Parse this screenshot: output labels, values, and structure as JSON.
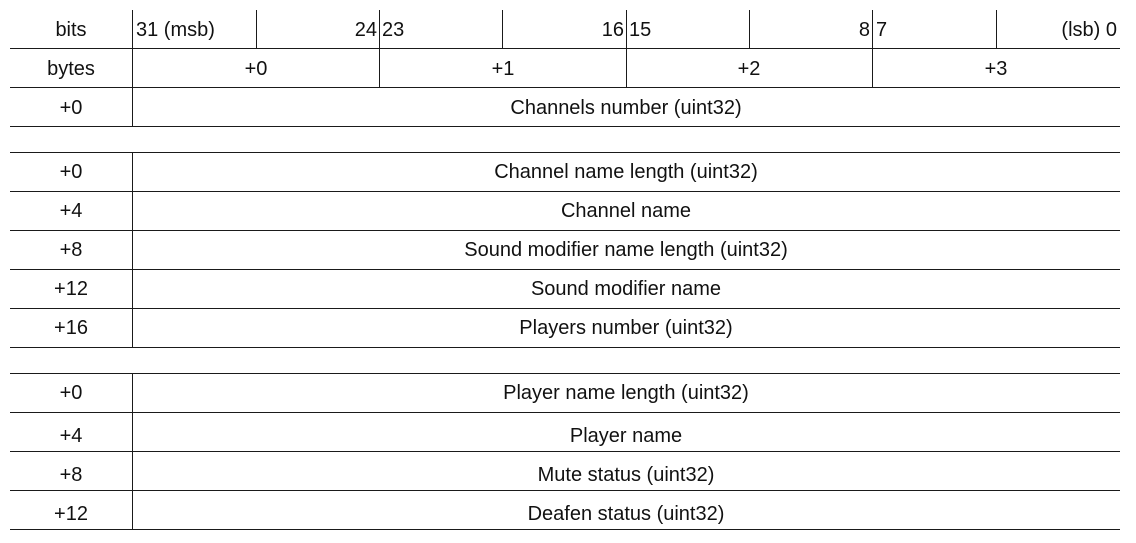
{
  "header": {
    "bits_label": "bits",
    "bytes_label": "bytes",
    "bit_marks": [
      "31 (msb)",
      "24",
      "23",
      "16",
      "15",
      "8",
      "7",
      "(lsb) 0"
    ],
    "byte_offsets": [
      "+0",
      "+1",
      "+2",
      "+3"
    ]
  },
  "sections": [
    {
      "rows": [
        {
          "offset": "+0",
          "field": "Channels number (uint32)"
        }
      ]
    },
    {
      "rows": [
        {
          "offset": "+0",
          "field": "Channel name length (uint32)"
        },
        {
          "offset": "+4",
          "field": "Channel name"
        },
        {
          "offset": "+8",
          "field": "Sound modifier name length (uint32)"
        },
        {
          "offset": "+12",
          "field": "Sound modifier name"
        },
        {
          "offset": "+16",
          "field": "Players number (uint32)"
        }
      ]
    },
    {
      "rows": [
        {
          "offset": "+0",
          "field": "Player name length (uint32)"
        },
        {
          "offset": "+4",
          "field": "Player name"
        },
        {
          "offset": "+8",
          "field": "Mute status (uint32)"
        },
        {
          "offset": "+12",
          "field": "Deafen status (uint32)"
        }
      ]
    }
  ]
}
